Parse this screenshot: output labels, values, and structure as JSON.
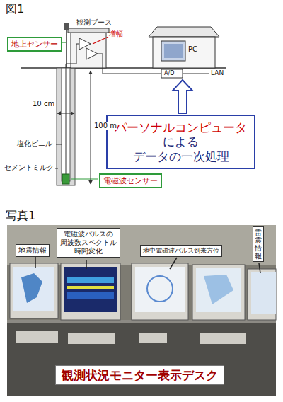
{
  "diagram": {
    "nodes": [
      {
        "text": [
          "地上センサー"
        ]
      },
      {
        "text": [
          "電磁波センサー"
        ]
      },
      {
        "text": [
          "パーソナルコンピュータ",
          "による",
          "データの一次処理"
        ]
      },
      {
        "text": [
          "地震情報"
        ]
      },
      {
        "text": [
          "電磁波パルスの 周波数スペクトル 時間変化"
        ]
      },
      {
        "text": [
          "地中電磁波パルス到来方位"
        ]
      },
      {
        "text": [
          "雷震情報"
        ]
      },
      {
        "text": [
          "観測状況モニター表示デスク"
        ]
      }
    ],
    "labels": [
      "図1",
      "観測ブース",
      "増幅",
      "PC",
      "A/D",
      "LAN",
      "10 cm",
      "塩化ビニル",
      "100 m",
      "セメントミルク",
      "写真1"
    ]
  }
}
